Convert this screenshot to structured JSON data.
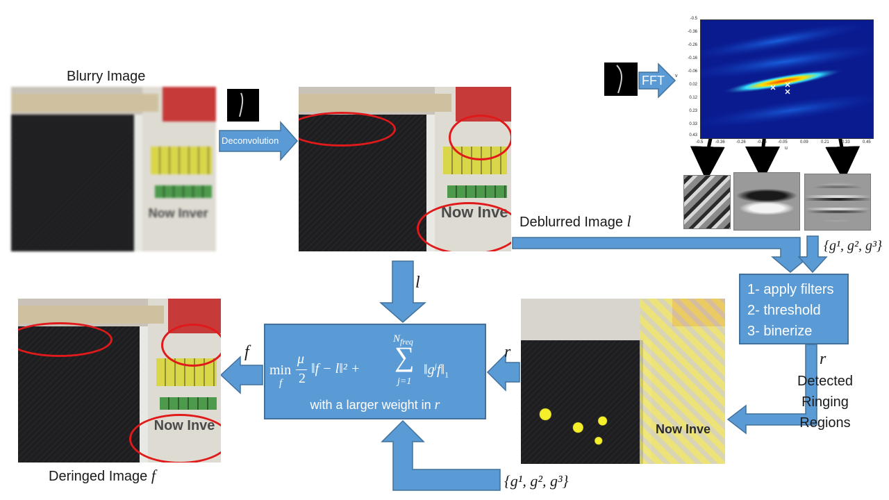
{
  "labels": {
    "blurry_image": "Blurry Image",
    "deblurred_image": "Deblurred Image",
    "deblurred_var": "l",
    "deringed_image": "Deringed Image",
    "deringed_var": "f",
    "deconvolution": "Deconvolution",
    "fft": "FFT",
    "l_label": "l",
    "f_label": "f",
    "r_label_left": "r",
    "r_label_right": "r",
    "detected": "Detected",
    "ringing": "Ringing",
    "regions": "Regions",
    "filter_set_top": "{g¹, g², g³}",
    "filter_set_bottom": "{g¹, g², g³}"
  },
  "steps": [
    "1- apply filters",
    "2- threshold",
    "3- binerize"
  ],
  "equation": {
    "min_sub": "f",
    "mu": "μ",
    "two": "2",
    "norm_term": "‖f − l‖² +",
    "sum_top": "N",
    "sum_top_sub": "freq",
    "sum_bottom": "j=1",
    "reg_term": "‖g",
    "reg_sup": "j",
    "reg_tail": "f‖",
    "reg_sub": "1",
    "weight_text": "with a larger weight in",
    "weight_var": "r"
  },
  "photo_text": {
    "blurry": "Now Inver",
    "deblurred": "Now Inve",
    "deringed": "Now Inve",
    "ringmap": "Now Inve"
  },
  "fft_plot": {
    "y_ticks": [
      "-0.5",
      "-0.36",
      "-0.26",
      "-0.16",
      "-0.06",
      "0.02",
      "0.12",
      "0.23",
      "0.33",
      "0.43"
    ],
    "x_ticks": [
      "-0.5",
      "-0.36",
      "-0.26",
      "-0.16",
      "-0.05",
      "0.09",
      "0.21",
      "0.33",
      "0.45"
    ],
    "x_axis_letter": "u",
    "y_axis_letter": "v"
  },
  "colors": {
    "arrow_blue": "#5b9bd5",
    "arrow_border": "#41719c",
    "ellipse_red": "#e01a1a",
    "box_blue": "#5b9bd5"
  }
}
